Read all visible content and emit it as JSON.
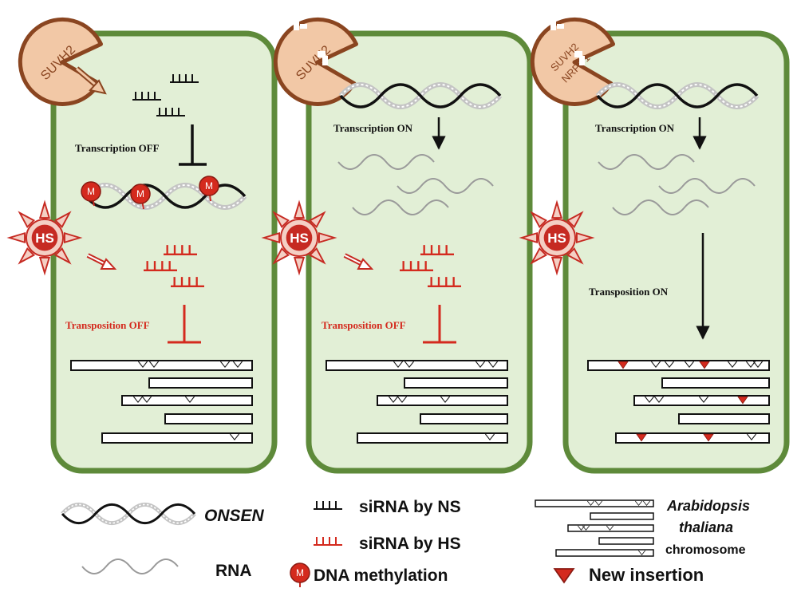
{
  "panels": [
    {
      "wedge_label": "SUVH2",
      "wedge_label2": "",
      "hs_label": "HS",
      "transcription_label": "Transcription OFF",
      "transposition_label": "Transposition OFF"
    },
    {
      "wedge_label": "SUVH2",
      "wedge_label2": "",
      "hs_label": "HS",
      "transcription_label": "Transcription ON",
      "transposition_label": "Transposition OFF"
    },
    {
      "wedge_label": "SUVH2",
      "wedge_label2": "NRPD1",
      "hs_label": "HS",
      "transcription_label": "Transcription ON",
      "transposition_label": "Transposition ON"
    }
  ],
  "methyl_mark": "M",
  "legend": {
    "onsen": "ONSEN",
    "rna": "RNA",
    "sirna_ns": "siRNA by NS",
    "sirna_hs": "siRNA by HS",
    "dna_methylation": "DNA methylation",
    "chromosome_line1": "Arabidopsis",
    "chromosome_line2": "thaliana",
    "chromosome_line3": "chromosome",
    "new_insertion": "New  insertion"
  },
  "colors": {
    "cell_fill": "#e2efd6",
    "cell_border": "#5e8a3a",
    "wedge_fill": "#f2c8a6",
    "wedge_border": "#8a4520",
    "red": "#d42a1e",
    "dark": "#111111",
    "gray": "#9a9a9a"
  }
}
